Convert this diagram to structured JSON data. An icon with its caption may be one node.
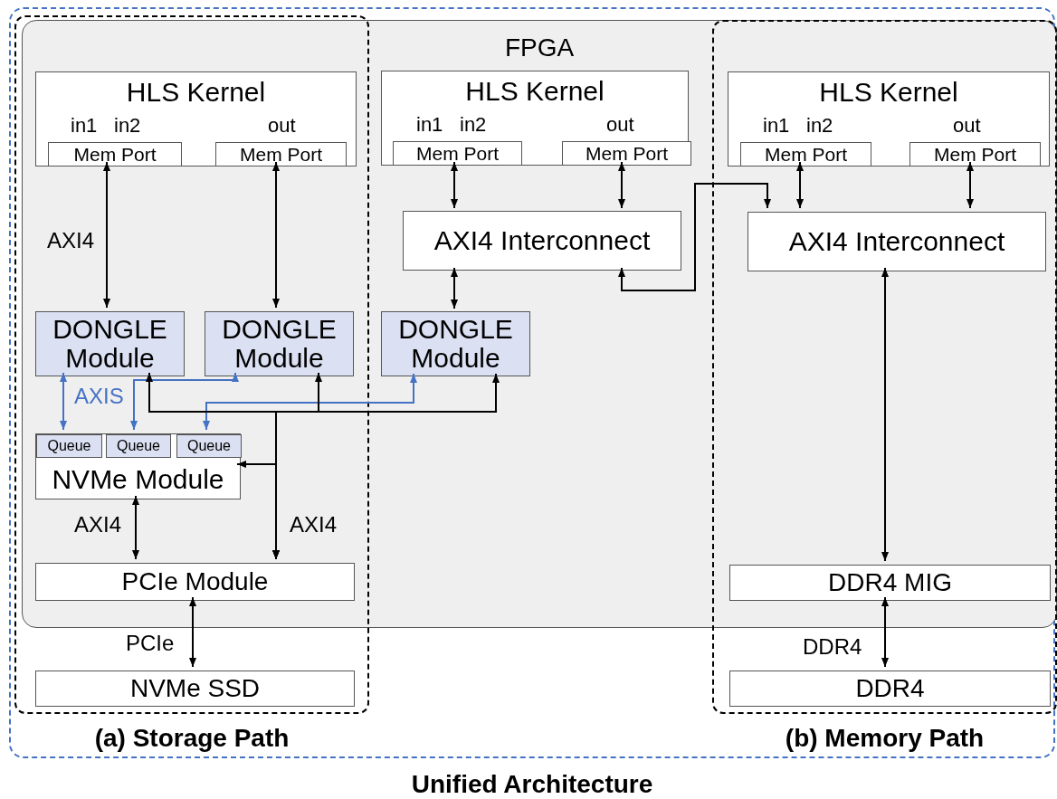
{
  "diagram": {
    "nodes": [
      {
        "text": [
          "Unified Architecture"
        ]
      },
      {
        "text": [
          "FPGA"
        ],
        "in": 0
      },
      {
        "text": [
          "(a) Storage Path"
        ],
        "in": 0
      },
      {
        "text": [
          "(b) Memory Path"
        ],
        "in": 0
      },
      {
        "text": [
          "HLS Kernel",
          "in1",
          "in2",
          "out"
        ],
        "in": 2
      },
      {
        "text": [
          "Mem Port"
        ],
        "in": 4
      },
      {
        "text": [
          "Mem Port"
        ],
        "in": 4
      },
      {
        "text": [
          "HLS Kernel",
          "in1",
          "in2",
          "out"
        ],
        "in": 1
      },
      {
        "text": [
          "Mem Port"
        ],
        "in": 7
      },
      {
        "text": [
          "Mem Port"
        ],
        "in": 7
      },
      {
        "text": [
          "HLS Kernel",
          "in1",
          "in2",
          "out"
        ],
        "in": 3
      },
      {
        "text": [
          "Mem Port"
        ],
        "in": 10
      },
      {
        "text": [
          "Mem Port"
        ],
        "in": 10
      },
      {
        "text": [
          "AXI4 Interconnect"
        ],
        "in": 1
      },
      {
        "text": [
          "AXI4 Interconnect"
        ],
        "in": 3
      },
      {
        "text": [
          "DONGLE Module"
        ],
        "in": 2
      },
      {
        "text": [
          "DONGLE Module"
        ],
        "in": 2
      },
      {
        "text": [
          "DONGLE Module"
        ],
        "in": 1
      },
      {
        "text": [
          "NVMe Module"
        ],
        "in": 2
      },
      {
        "text": [
          "Queue"
        ],
        "in": 18
      },
      {
        "text": [
          "Queue"
        ],
        "in": 18
      },
      {
        "text": [
          "Queue"
        ],
        "in": 18
      },
      {
        "text": [
          "PCIe Module"
        ],
        "in": 2
      },
      {
        "text": [
          "NVMe SSD"
        ],
        "in": 2
      },
      {
        "text": [
          "DDR4 MIG"
        ],
        "in": 3
      },
      {
        "text": [
          "DDR4"
        ],
        "in": 3
      }
    ],
    "edges": [
      {
        "from": 5,
        "to": 15,
        "arrow": "both",
        "label": "AXI4"
      },
      {
        "from": 6,
        "to": 16,
        "arrow": "both"
      },
      {
        "from": 8,
        "to": 13,
        "arrow": "both"
      },
      {
        "from": 9,
        "to": 13,
        "arrow": "both"
      },
      {
        "from": 11,
        "to": 14,
        "arrow": "both"
      },
      {
        "from": 12,
        "to": 14,
        "arrow": "both"
      },
      {
        "from": 13,
        "to": 17,
        "arrow": "both"
      },
      {
        "from": 13,
        "to": 14,
        "arrow": "both"
      },
      {
        "from": 14,
        "to": 24,
        "arrow": "both"
      },
      {
        "from": 15,
        "to": 19,
        "arrow": "both",
        "label": "AXIS",
        "color": "#4472c4"
      },
      {
        "from": 16,
        "to": 20,
        "arrow": "both",
        "color": "#4472c4"
      },
      {
        "from": 17,
        "to": 21,
        "arrow": "both",
        "color": "#4472c4"
      },
      {
        "from": 22,
        "to": 15,
        "arrow": "both",
        "label": "AXI4"
      },
      {
        "from": 22,
        "to": 16,
        "arrow": "both"
      },
      {
        "from": 22,
        "to": 17,
        "arrow": "both"
      },
      {
        "from": 22,
        "to": 18,
        "arrow": "both"
      },
      {
        "from": 18,
        "to": 22,
        "arrow": "both",
        "label": "AXI4"
      },
      {
        "from": 22,
        "to": 23,
        "arrow": "both",
        "label": "PCIe"
      },
      {
        "from": 24,
        "to": 25,
        "arrow": "both",
        "label": "DDR4"
      }
    ]
  }
}
